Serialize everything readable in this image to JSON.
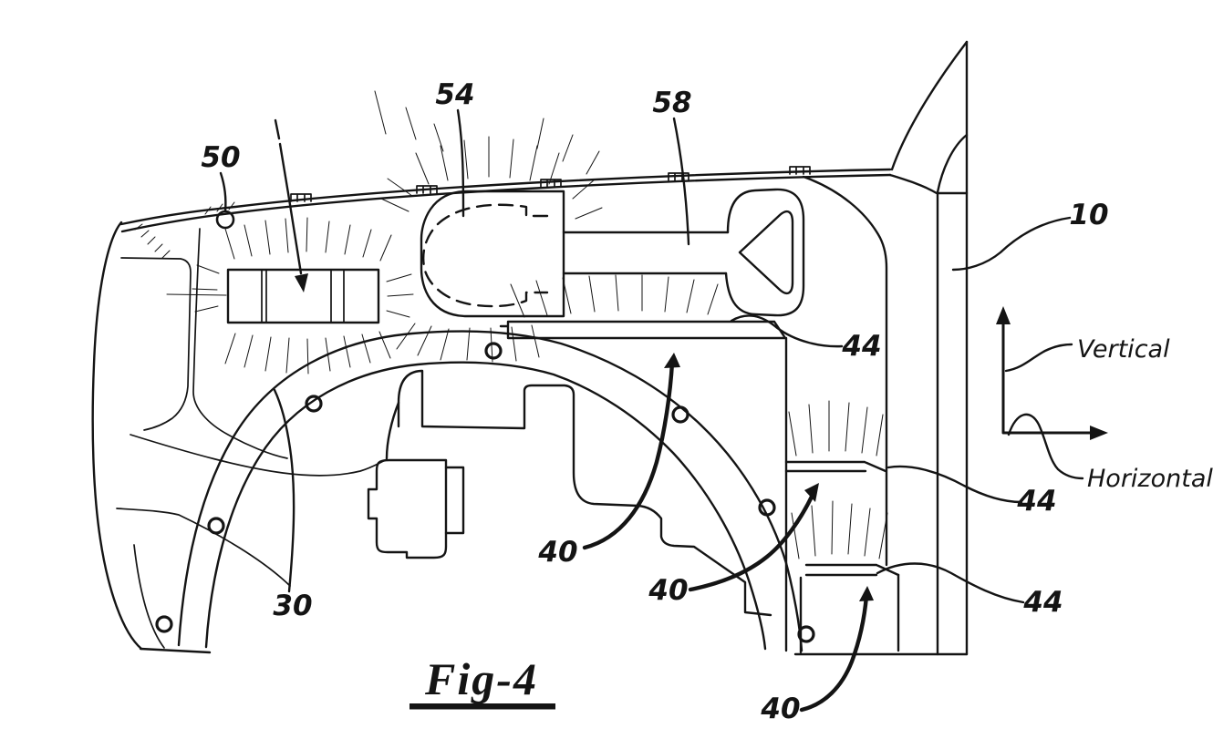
{
  "figure": {
    "caption": "Fig-4"
  },
  "axis": {
    "vertical_label": "Vertical",
    "horizontal_label": "Horizontal"
  },
  "reference_labels": {
    "r10": "10",
    "r30": "30",
    "r40_upper": "40",
    "r40_middle": "40",
    "r40_lower": "40",
    "r44_top": "44",
    "r44_middle": "44",
    "r44_bottom": "44",
    "r50": "50",
    "r54": "54",
    "r58": "58"
  },
  "icons": {
    "vertical_axis": "up-arrow",
    "horizontal_axis": "right-arrow"
  },
  "colors": {
    "ink": "#141414",
    "background": "#ffffff"
  }
}
